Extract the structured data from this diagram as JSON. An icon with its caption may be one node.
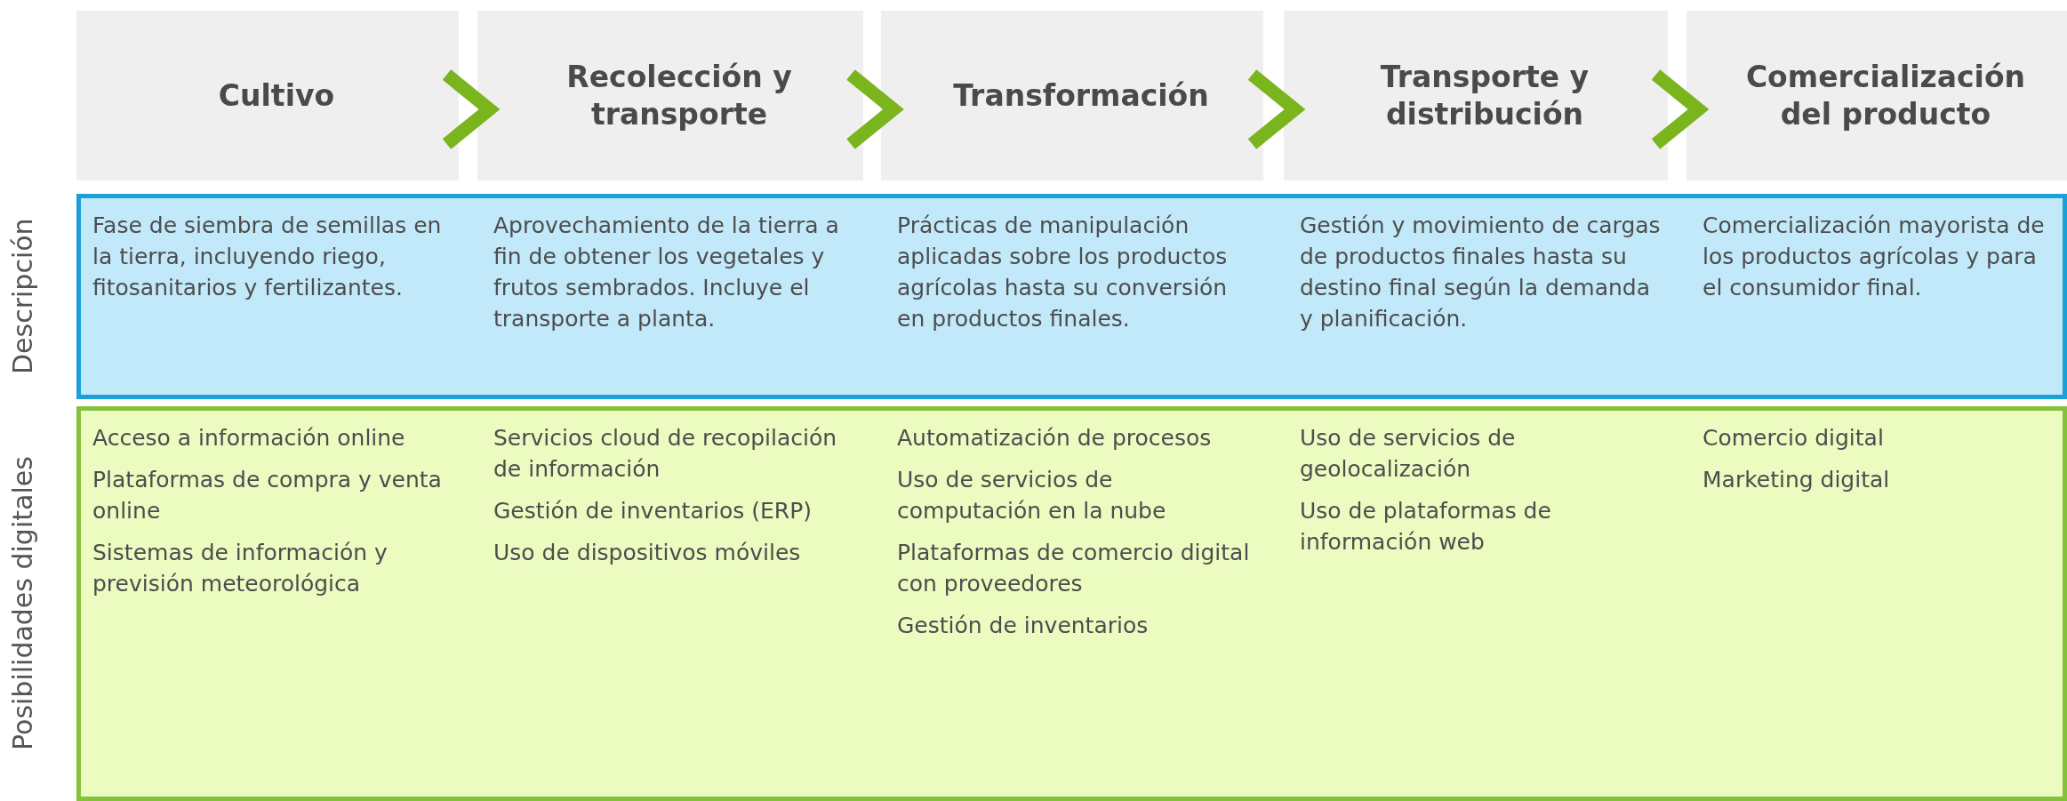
{
  "diagram": {
    "nodes": [
      {
        "text": [
          "Cultivo"
        ]
      },
      {
        "text": [
          "Recolección y transporte"
        ]
      },
      {
        "text": [
          "Transformación"
        ]
      },
      {
        "text": [
          "Transporte y distribución"
        ]
      },
      {
        "text": [
          "Comercialización del producto"
        ]
      },
      {
        "text": [
          "Descripción",
          "Fase de siembra de semillas en la tierra, incluyendo riego, fitosanitarios y fertilizantes.",
          "Aprovechamiento de la tierra a fin de obtener los vegetales y frutos sembrados. Incluye el transporte a planta.",
          "Prácticas de manipulación aplicadas sobre los productos agrícolas hasta su conversión en productos finales.",
          "Gestión y movimiento de cargas de productos finales hasta su destino final según la demanda y planificación.",
          "Comercialización mayorista de los productos agrícolas y para el consumidor final."
        ]
      },
      {
        "text": [
          "Posibilidades digitales",
          "Acceso a información online",
          "Plataformas de compra y venta online",
          "Sistemas de información y previsión meteorológica",
          "Servicios cloud de recopilación de información",
          "Gestión de inventarios (ERP)",
          "Uso de dispositivos móviles",
          "Automatización de procesos",
          "Uso de servicios de computación en la nube",
          "Plataformas de comercio digital con proveedores",
          "Gestión de inventarios",
          "Uso de servicios de geolocalización",
          "Uso de plataformas de información web",
          "Comercio digital",
          "Marketing digital"
        ]
      }
    ],
    "edges": [
      {
        "from": 0,
        "to": 1,
        "arrow": "to"
      },
      {
        "from": 1,
        "to": 2,
        "arrow": "to"
      },
      {
        "from": 2,
        "to": 3,
        "arrow": "to"
      },
      {
        "from": 3,
        "to": 4,
        "arrow": "to"
      }
    ]
  }
}
